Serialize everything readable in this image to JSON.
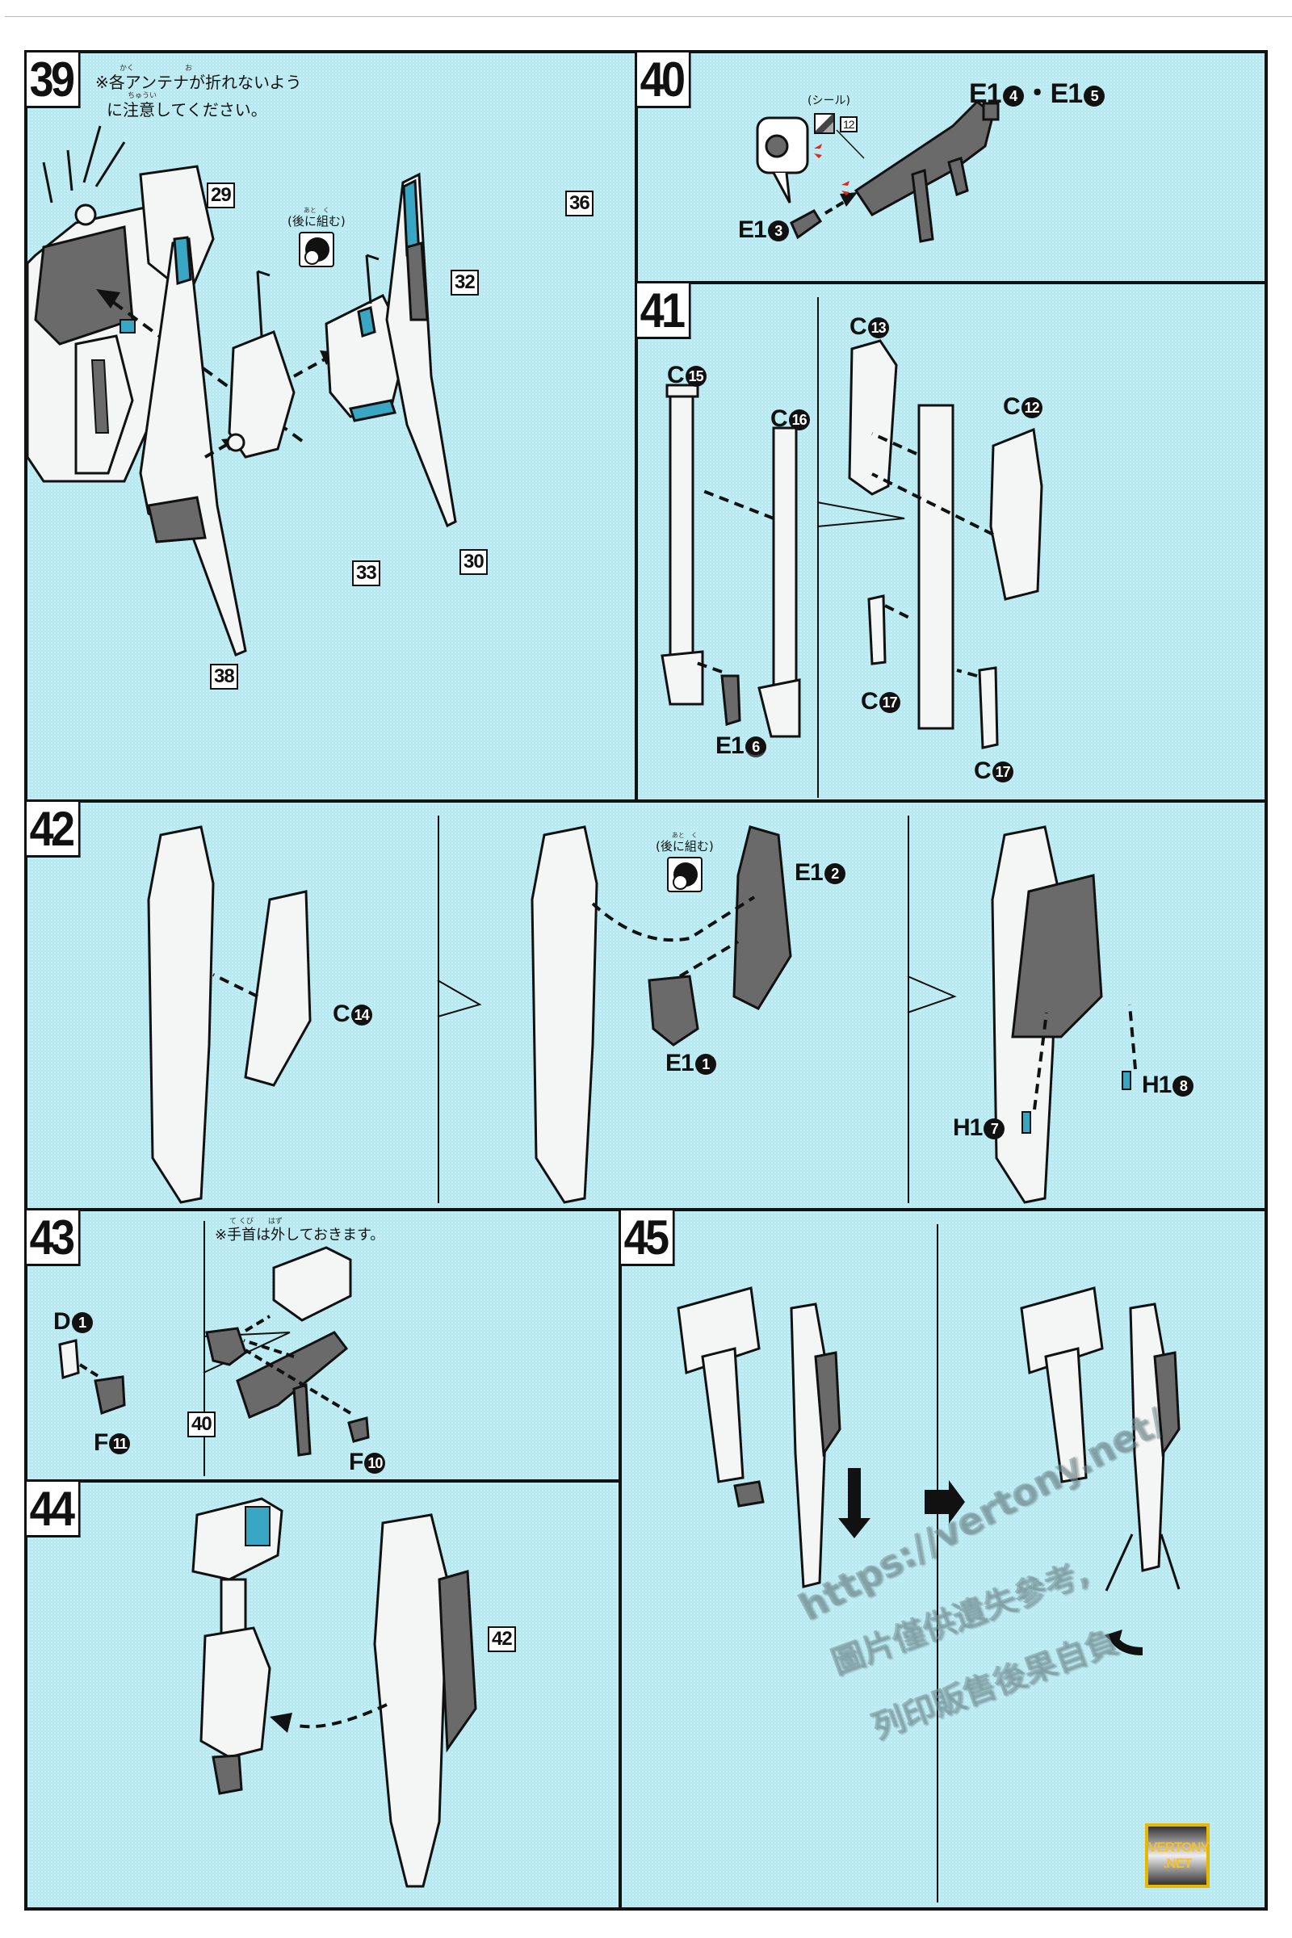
{
  "page": {
    "watermark_url": "https://vertony.net/",
    "watermark_line1": "圖片僅供遺失參考,",
    "watermark_line2": "列印販售後果自負",
    "badge_text": "VERTONY .NET",
    "badge_line1": "VERTONY",
    "badge_line2": ".NET",
    "colors": {
      "panel_bg": "#b9e9f1",
      "part_white": "#f4f6f6",
      "part_gray": "#6a6a6a",
      "part_blue": "#39a6c4",
      "border": "#111111",
      "accent_red": "#e8231c",
      "badge_gold": "#e8b800"
    }
  },
  "later_label": "(後に組む)",
  "later_furigana": "あと　く",
  "steps": [
    {
      "number": "39",
      "note_furigana_1": "かく　　　　　　　お",
      "note_line1": "※各アンテナが折れないよう",
      "note_furigana_2": "ちゅうい",
      "note_line2": "に注意してください。",
      "refs": [
        "29",
        "36",
        "32",
        "33",
        "30",
        "38"
      ]
    },
    {
      "number": "40",
      "sticker_label": "(シール)",
      "sticker_number": "12",
      "parts": [
        {
          "runner": "E1",
          "num": "4"
        },
        {
          "runner": "E1",
          "num": "5"
        },
        {
          "runner": "E1",
          "num": "3"
        }
      ],
      "separator": "・"
    },
    {
      "number": "41",
      "parts": [
        {
          "runner": "C",
          "num": "15"
        },
        {
          "runner": "C",
          "num": "16"
        },
        {
          "runner": "E1",
          "num": "6"
        },
        {
          "runner": "C",
          "num": "13"
        },
        {
          "runner": "C",
          "num": "12"
        },
        {
          "runner": "C",
          "num": "17"
        },
        {
          "runner": "C",
          "num": "17"
        }
      ]
    },
    {
      "number": "42",
      "parts": [
        {
          "runner": "C",
          "num": "14"
        },
        {
          "runner": "E1",
          "num": "2"
        },
        {
          "runner": "E1",
          "num": "1"
        },
        {
          "runner": "H1",
          "num": "7"
        },
        {
          "runner": "H1",
          "num": "8"
        }
      ]
    },
    {
      "number": "43",
      "note_furigana": "て くび　　はず",
      "note": "※手首は外しておきます。",
      "refs": [
        "40"
      ],
      "parts": [
        {
          "runner": "D",
          "num": "1"
        },
        {
          "runner": "F",
          "num": "11"
        },
        {
          "runner": "F",
          "num": "10"
        }
      ]
    },
    {
      "number": "44",
      "refs": [
        "42"
      ]
    },
    {
      "number": "45"
    }
  ]
}
